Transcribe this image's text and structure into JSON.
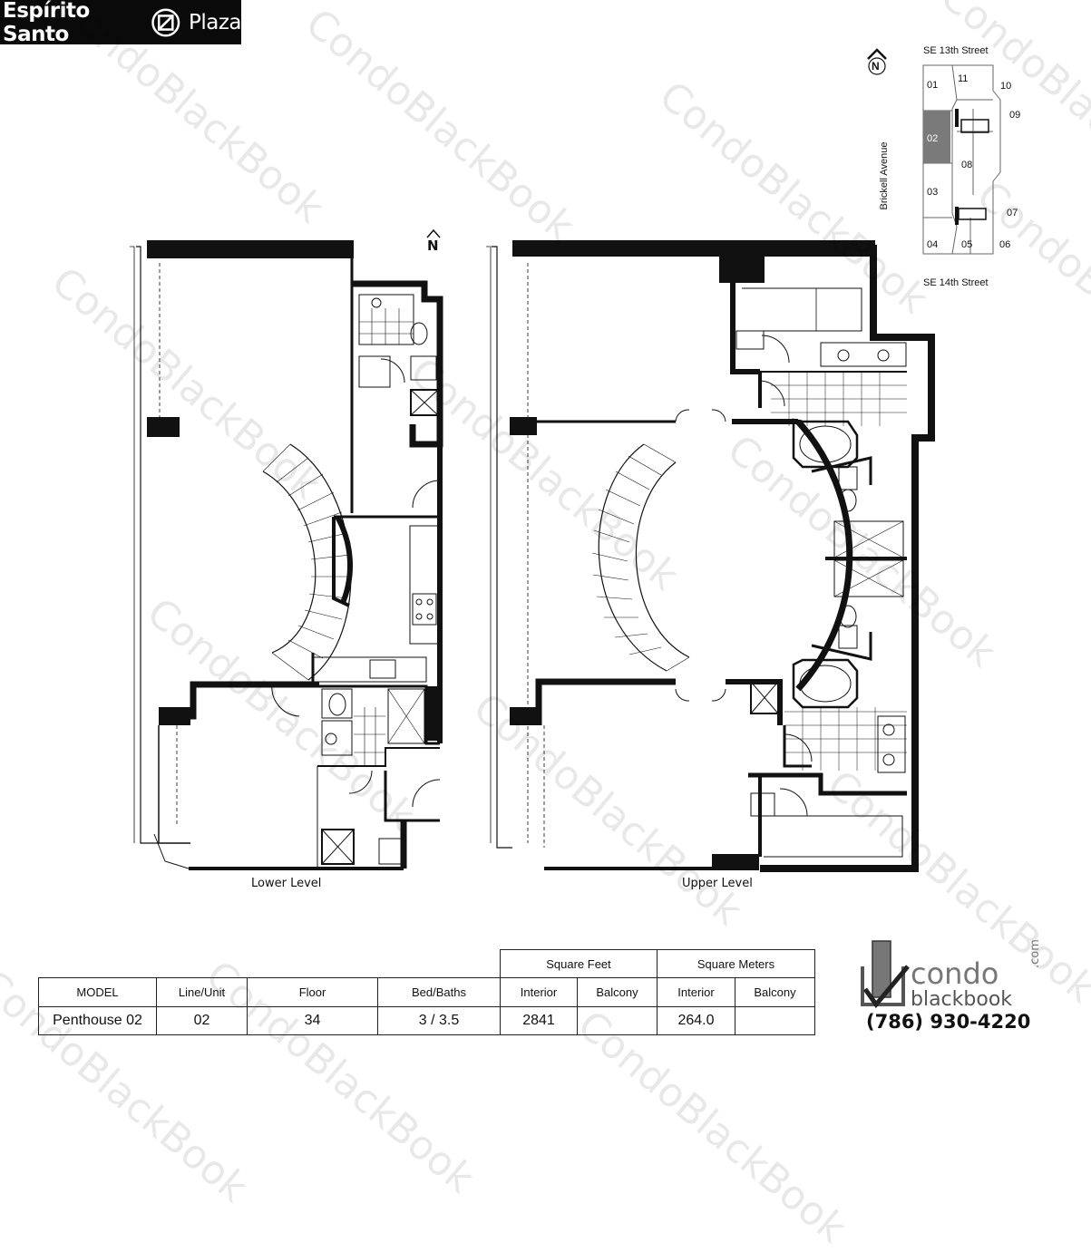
{
  "logo": {
    "part1": "Espírito Santo",
    "part2": "Plaza"
  },
  "watermark": "CondoBlackBook",
  "north_label": "N",
  "levels": {
    "lower": "Lower Level",
    "upper": "Upper Level"
  },
  "site_map": {
    "street_top": "SE 13th Street",
    "street_bottom": "SE 14th Street",
    "avenue": "Brickell Avenue",
    "north": "N",
    "units": [
      "01",
      "11",
      "10",
      "09",
      "02",
      "08",
      "03",
      "07",
      "04",
      "05",
      "06"
    ],
    "highlighted_unit": "02",
    "highlight_color": "#7a7a7a"
  },
  "spec_table": {
    "group_headers": {
      "square_feet": "Square Feet",
      "square_meters": "Square Meters"
    },
    "headers": {
      "model": "MODEL",
      "line_unit": "Line/Unit",
      "floor": "Floor",
      "bed_baths": "Bed/Baths",
      "sf_interior": "Interior",
      "sf_balcony": "Balcony",
      "sm_interior": "Interior",
      "sm_balcony": "Balcony"
    },
    "row": {
      "model": "Penthouse 02",
      "line_unit": "02",
      "floor": "34",
      "bed_baths": "3 / 3.5",
      "sf_interior": "2841",
      "sf_balcony": "",
      "sm_interior": "264.0",
      "sm_balcony": ""
    }
  },
  "brand": {
    "word1": "condo",
    "word2": "blackbook",
    "suffix": ".com",
    "phone": "(786) 930-4220"
  }
}
